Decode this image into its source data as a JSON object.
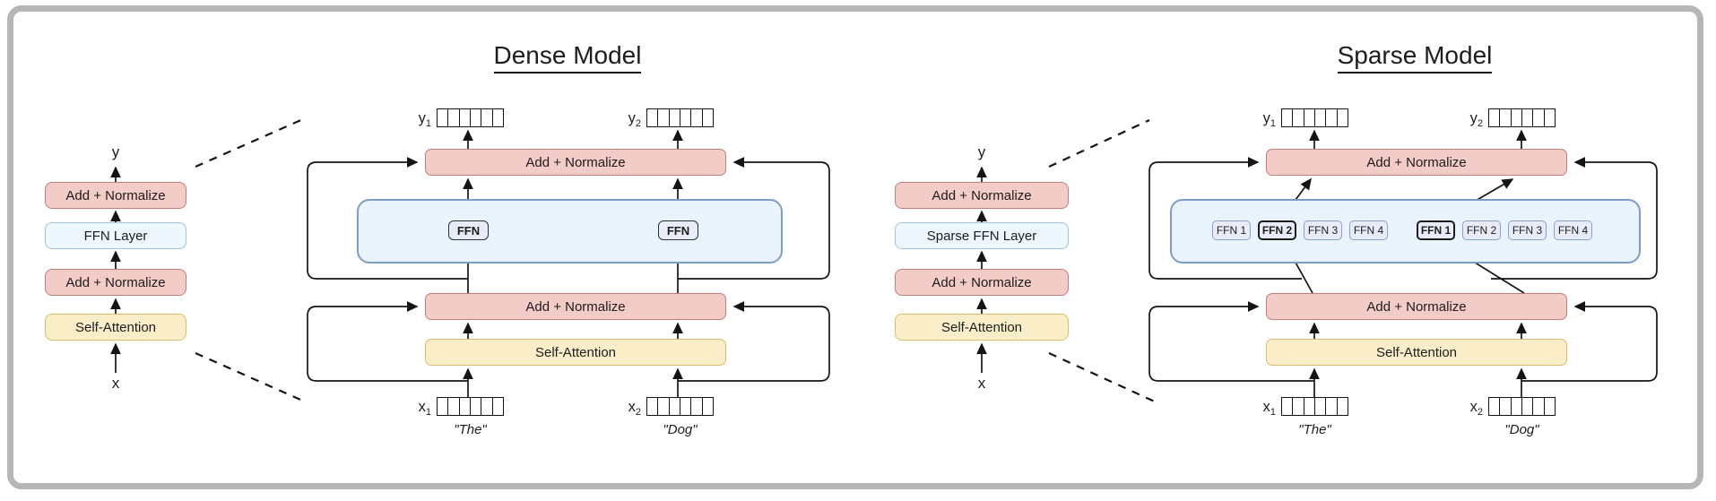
{
  "colors": {
    "pink_fill": "#f3cbc7",
    "pink_border": "#bd8078",
    "ffnlayer_fill": "#edf7fd",
    "ffnlayer_border": "#9ec4de",
    "attn_fill": "#faeec8",
    "attn_border": "#d8bd6e",
    "expert_fill": "#e8ecf8",
    "expert_border": "#8d9fce",
    "expert_selected_border": "#1c1c1c",
    "container_fill": "#e9f3fb",
    "container_border": "#7d9cc8",
    "line": "#141414",
    "text": "#1d1d1d",
    "frame_border": "#b6b6b6"
  },
  "vector_cells": 6,
  "dense": {
    "title": "Dense Model",
    "stack": {
      "output_label": "y",
      "input_label": "x",
      "layers": [
        {
          "label": "Add + Normalize"
        },
        {
          "label": "FFN Layer"
        },
        {
          "label": "Add + Normalize"
        },
        {
          "label": "Self-Attention"
        }
      ]
    },
    "ffn_block": {
      "add_norm_label": "Add + Normalize",
      "ffn_units": [
        "FFN",
        "FFN"
      ]
    },
    "attn_block": {
      "add_norm_label": "Add + Normalize",
      "self_attention_label": "Self-Attention"
    },
    "outputs": {
      "y1": {
        "base": "y",
        "sub": "1"
      },
      "y2": {
        "base": "y",
        "sub": "2"
      }
    },
    "inputs": {
      "x1": {
        "base": "x",
        "sub": "1",
        "word": "\"The\""
      },
      "x2": {
        "base": "x",
        "sub": "2",
        "word": "\"Dog\""
      }
    }
  },
  "sparse": {
    "title": "Sparse Model",
    "stack": {
      "output_label": "y",
      "input_label": "x",
      "layers": [
        {
          "label": "Add + Normalize"
        },
        {
          "label": "Sparse FFN Layer"
        },
        {
          "label": "Add + Normalize"
        },
        {
          "label": "Self-Attention"
        }
      ]
    },
    "ffn_block": {
      "add_norm_label": "Add + Normalize",
      "expert_groups": [
        {
          "experts": [
            {
              "label": "FFN 1",
              "selected": false
            },
            {
              "label": "FFN 2",
              "selected": true
            },
            {
              "label": "FFN 3",
              "selected": false
            },
            {
              "label": "FFN 4",
              "selected": false
            }
          ]
        },
        {
          "experts": [
            {
              "label": "FFN 1",
              "selected": true
            },
            {
              "label": "FFN 2",
              "selected": false
            },
            {
              "label": "FFN 3",
              "selected": false
            },
            {
              "label": "FFN 4",
              "selected": false
            }
          ]
        }
      ]
    },
    "attn_block": {
      "add_norm_label": "Add + Normalize",
      "self_attention_label": "Self-Attention"
    },
    "outputs": {
      "y1": {
        "base": "y",
        "sub": "1"
      },
      "y2": {
        "base": "y",
        "sub": "2"
      }
    },
    "inputs": {
      "x1": {
        "base": "x",
        "sub": "1",
        "word": "\"The\""
      },
      "x2": {
        "base": "x",
        "sub": "2",
        "word": "\"Dog\""
      }
    }
  }
}
